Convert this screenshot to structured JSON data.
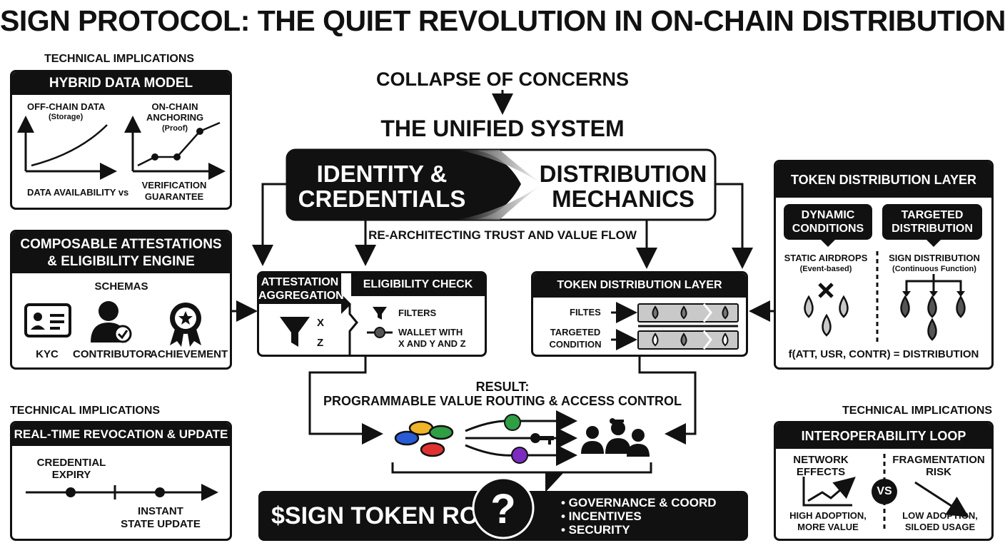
{
  "title": "SIGN PROTOCOL: THE QUIET REVOLUTION IN ON-CHAIN DISTRIBUTION",
  "top_left": {
    "section_label": "TECHNICAL IMPLICATIONS",
    "panel_title": "HYBRID DATA MODEL",
    "offchain_label": "OFF-CHAIN DATA",
    "offchain_sub": "(Storage)",
    "onchain_label_1": "ON-CHAIN",
    "onchain_label_2": "ANCHORING",
    "onchain_sub": "(Proof)",
    "bottom_left": "DATA AVAILABILITY vs",
    "bottom_right_1": "VERIFICATION",
    "bottom_right_2": "GUARANTEE"
  },
  "composable": {
    "title_1": "COMPOSABLE ATTESTATIONS",
    "title_2": "& ELIGIBILITY ENGINE",
    "schemas_label": "SCHEMAS",
    "items": [
      "KYC",
      "CONTRIBUTOR",
      "ACHIEVEMENT"
    ]
  },
  "bottom_left": {
    "section_label": "TECHNICAL IMPLICATIONS",
    "panel_title": "REAL-TIME REVOCATION & UPDATE",
    "expiry_1": "CREDENTIAL",
    "expiry_2": "EXPIRY",
    "update_1": "INSTANT",
    "update_2": "STATE UPDATE"
  },
  "center": {
    "collapse_label": "COLLAPSE OF CONCERNS",
    "unified_label": "THE UNIFIED SYSTEM",
    "identity_1": "IDENTITY &",
    "identity_2": "CREDENTIALS",
    "distribution_1": "DISTRIBUTION",
    "distribution_2": "MECHANICS",
    "rearch_label": "RE-ARCHITECTING TRUST AND VALUE FLOW",
    "attestation_1": "ATTESTATION",
    "attestation_2": "AGGREGATION",
    "att_x": "X",
    "att_z": "Z",
    "eligibility_title": "ELIGIBILITY CHECK",
    "filters_label": "FILTERS",
    "wallet_1": "WALLET WITH",
    "wallet_2": "X AND Y AND Z",
    "tdl_title": "TOKEN DISTRIBUTION LAYER",
    "filtes_label": "FILTES",
    "targeted_1": "TARGETED",
    "targeted_2": "CONDITION",
    "result_1": "RESULT:",
    "result_2": "PROGRAMMABLE VALUE ROUTING & ACCESS CONTROL"
  },
  "token_role": {
    "label": "$SIGN TOKEN ROLE",
    "question": "?",
    "bullets": [
      "• GOVERNANCE & COORD",
      "• INCENTIVES",
      "• SECURITY"
    ]
  },
  "right_top": {
    "panel_title": "TOKEN DISTRIBUTION LAYER",
    "dynamic_1": "DYNAMIC",
    "dynamic_2": "CONDITIONS",
    "targeted_1": "TARGETED",
    "targeted_2": "DISTRIBUTION",
    "static_1": "STATIC AIRDROPS",
    "static_2": "(Event-based)",
    "sign_1": "SIGN DISTRIBUTION",
    "sign_2": "(Continuous Function)",
    "formula": "f(ATT, USR, CONTR) = DISTRIBUTION"
  },
  "right_bottom": {
    "section_label": "TECHNICAL IMPLICATIONS",
    "panel_title": "INTEROPERABILITY LOOP",
    "network_1": "NETWORK",
    "network_2": "EFFECTS",
    "frag_1": "FRAGMENTATION",
    "frag_2": "RISK",
    "vs": "VS",
    "high_1": "HIGH ADOPTION,",
    "high_2": "MORE VALUE",
    "low_1": "LOW ADOPTION,",
    "low_2": "SILOED USAGE"
  },
  "colors": {
    "ink": "#111111",
    "token_blue": "#2a5bd7",
    "token_yellow": "#f0b429",
    "token_green": "#2f9e44",
    "token_red": "#e03131",
    "dot_purple": "#7b2cbf"
  }
}
